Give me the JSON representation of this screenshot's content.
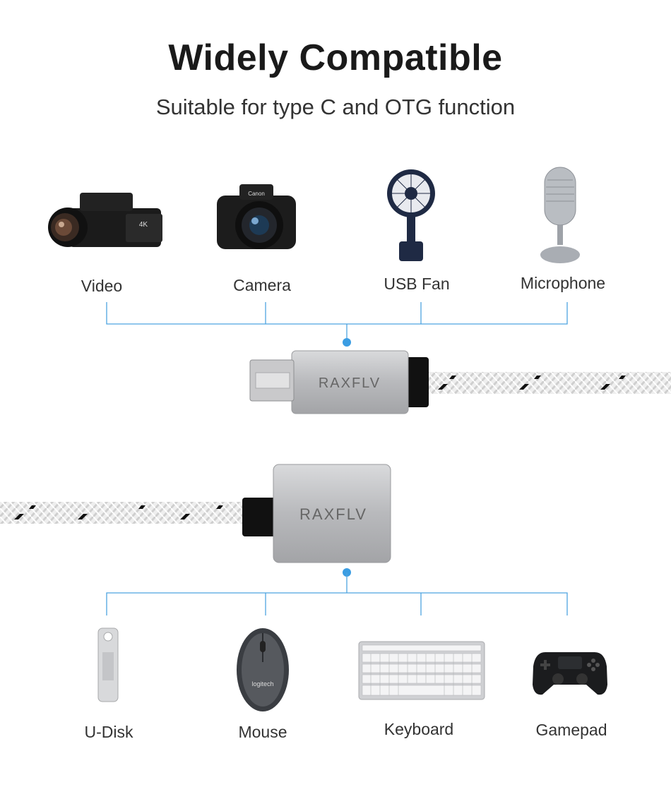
{
  "header": {
    "title": "Widely Compatible",
    "subtitle": "Suitable for type C and OTG function"
  },
  "brand": "RAXFLV",
  "colors": {
    "line": "#4da3e0",
    "dot": "#3b9de3",
    "housing": "#bdbec1"
  },
  "top_devices": [
    {
      "label": "Video",
      "icon": "camcorder-icon"
    },
    {
      "label": "Camera",
      "icon": "dslr-camera-icon"
    },
    {
      "label": "USB Fan",
      "icon": "usb-fan-icon"
    },
    {
      "label": "Microphone",
      "icon": "microphone-icon"
    }
  ],
  "bottom_devices": [
    {
      "label": "U-Disk",
      "icon": "usb-flash-drive-icon"
    },
    {
      "label": "Mouse",
      "icon": "mouse-icon"
    },
    {
      "label": "Keyboard",
      "icon": "keyboard-icon"
    },
    {
      "label": "Gamepad",
      "icon": "gamepad-icon"
    }
  ]
}
